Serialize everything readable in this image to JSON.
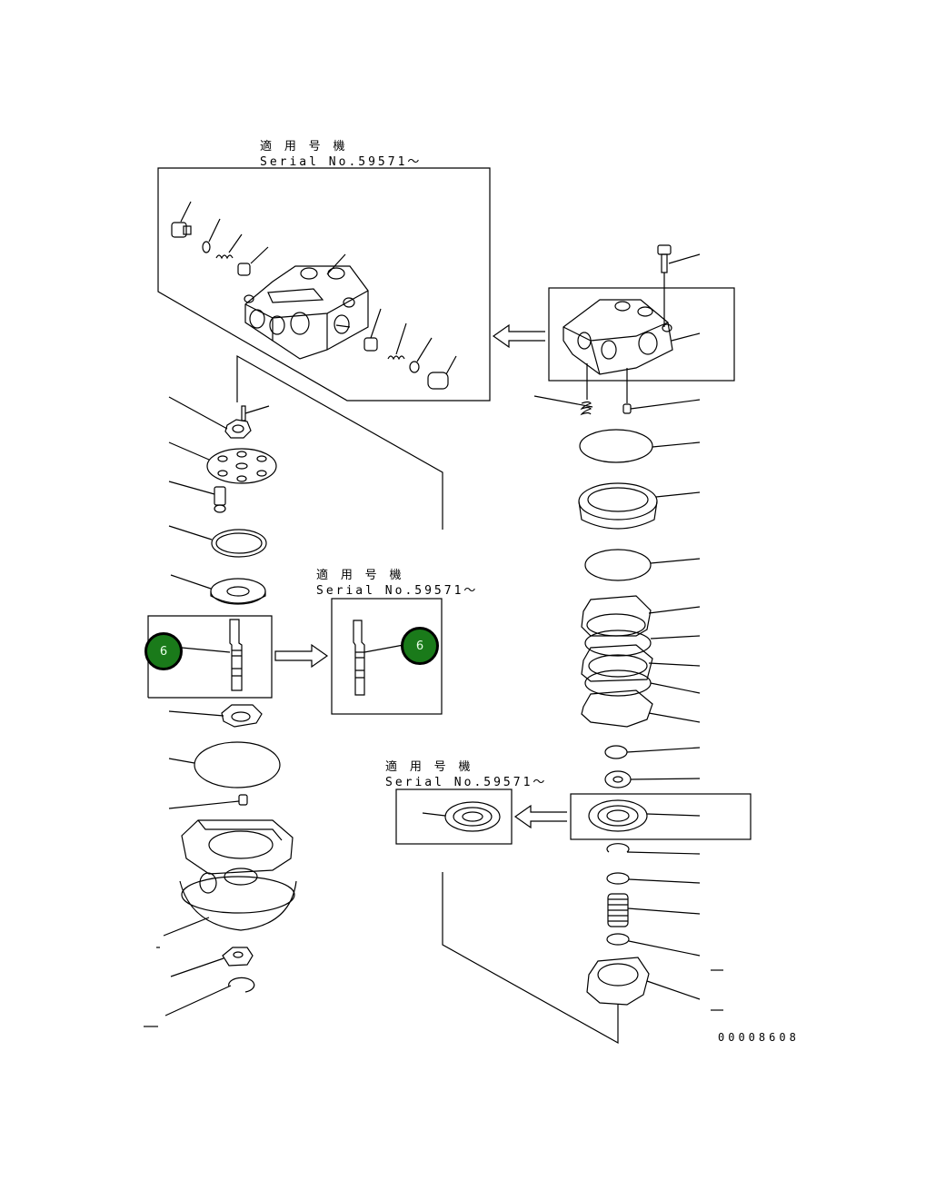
{
  "insets": [
    {
      "title": "適 用 号 機",
      "serial": "Serial No.59571～"
    },
    {
      "title": "適 用 号 機",
      "serial": "Serial No.59571～"
    },
    {
      "title": "適 用 号 機",
      "serial": "Serial No.59571～"
    }
  ],
  "callouts": [
    {
      "label": "6"
    },
    {
      "label": "6"
    }
  ],
  "document_number": "00008608"
}
